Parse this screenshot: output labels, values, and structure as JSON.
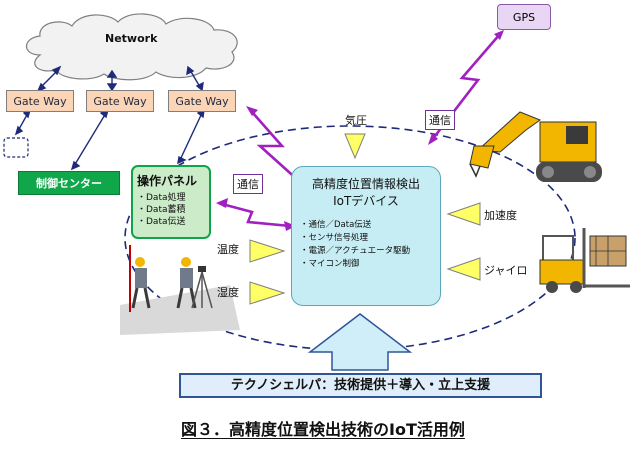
{
  "network": {
    "label": "Network"
  },
  "gateways": [
    "Gate Way",
    "Gate Way",
    "Gate Way"
  ],
  "control_center": {
    "label": "制御センター"
  },
  "control_panel": {
    "title": "操作パネル",
    "items": [
      "・Data処理",
      "・Data蓄積",
      "・Data伝送"
    ]
  },
  "iot_device": {
    "title_line1": "高精度位置情報検出",
    "title_line2": "IoTデバイス",
    "items": [
      "・通信／Data伝送",
      "・センサ信号処理",
      "・電源／アクチュエータ駆動",
      "・マイコン制御"
    ]
  },
  "gps": {
    "label": "GPS"
  },
  "comms": {
    "top_right": "通信",
    "left": "通信"
  },
  "sensors": {
    "pressure": "気圧",
    "acceleration": "加速度",
    "gyro": "ジャイロ",
    "temperature": "温度",
    "humidity": "湿度"
  },
  "support": {
    "label": "テクノシェルパ：技術提供＋導入・立上支援"
  },
  "caption": {
    "text": "図３．高精度位置検出技術のIoT活用例"
  },
  "colors": {
    "gateway_fill": "#fbd5b5",
    "control_center_fill": "#10a64a",
    "panel_fill": "#ccebc9",
    "iot_fill": "#c7edf4",
    "gps_fill": "#e9d6f4",
    "sensor_triangle": "#ffff66",
    "link_purple": "#a020c0",
    "ellipse_dash": "#1f2a7a",
    "support_fill": "#dfeefa",
    "support_arrow": "#cfeefa"
  },
  "icons": [
    "cloud-icon",
    "excavator-icon",
    "forklift-icon",
    "surveyor-icon"
  ]
}
